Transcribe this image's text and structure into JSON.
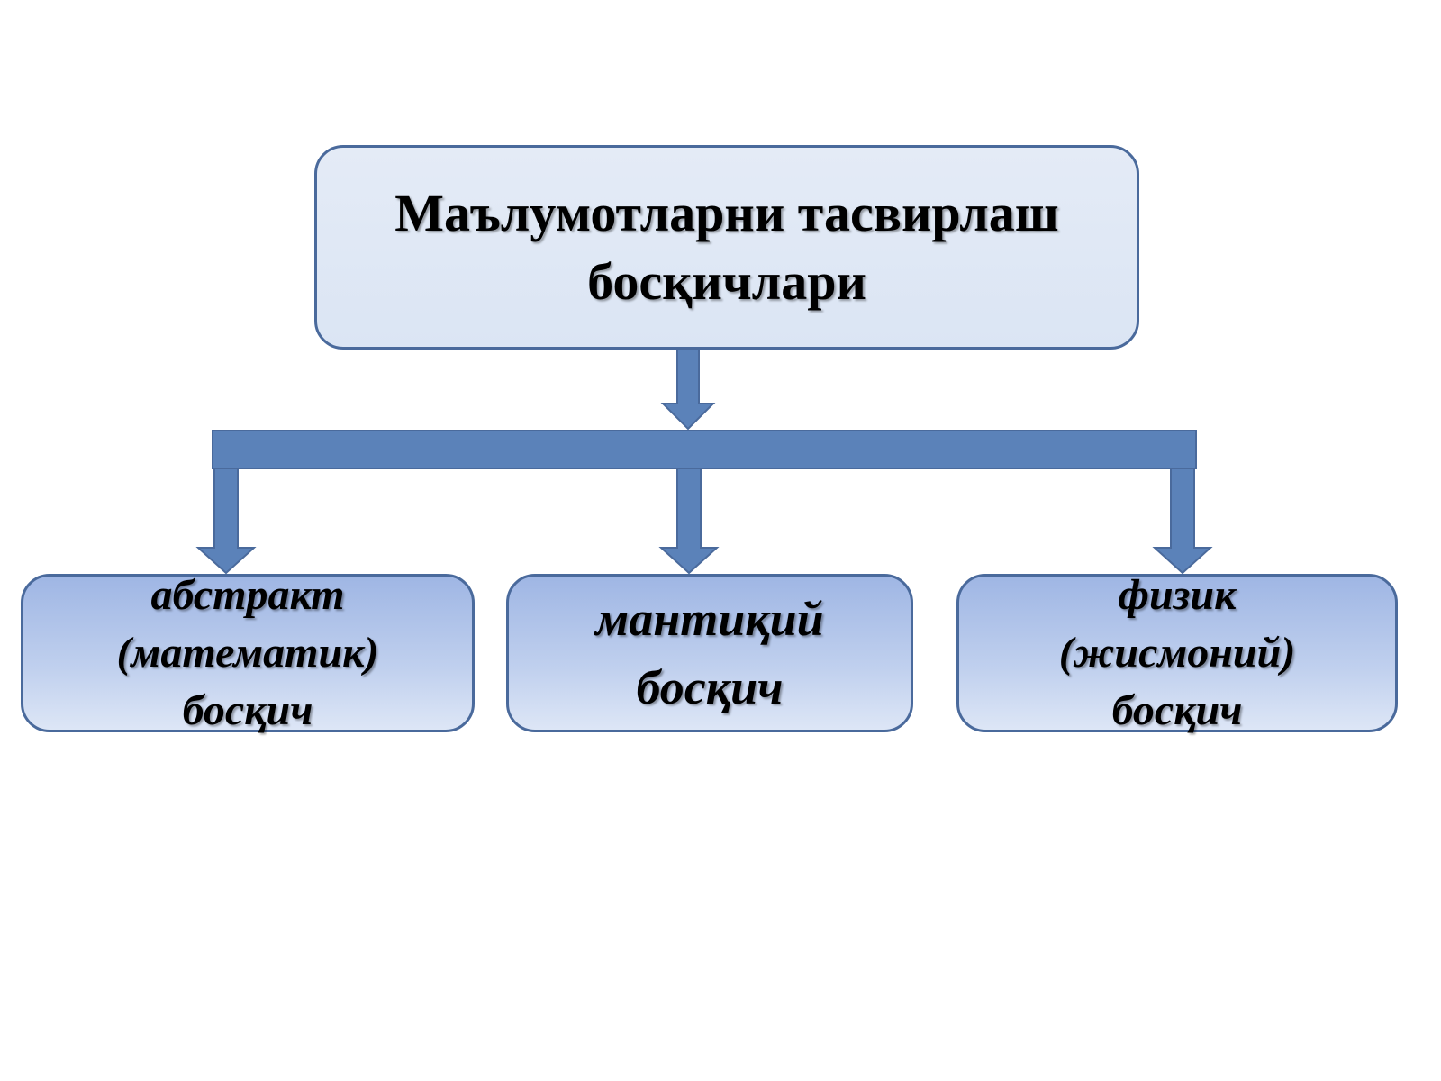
{
  "root": {
    "lines": [
      "Маълумотларни тасвирлаш",
      "босқичлари"
    ]
  },
  "children": [
    {
      "lines": [
        "абстракт",
        "(математик)",
        "босқич"
      ]
    },
    {
      "lines": [
        "мантиқий",
        "босқич"
      ]
    },
    {
      "lines": [
        "физик",
        "(жисмоний)",
        "босқич"
      ]
    }
  ],
  "colors": {
    "connector_fill": "#5b82b9",
    "connector_stroke": "#4a6a9c",
    "box_border": "#4a6a9c",
    "root_fill": "#dfe7f5",
    "child_fill_top": "#9fb6e4",
    "child_fill_bottom": "#dde6f6"
  }
}
